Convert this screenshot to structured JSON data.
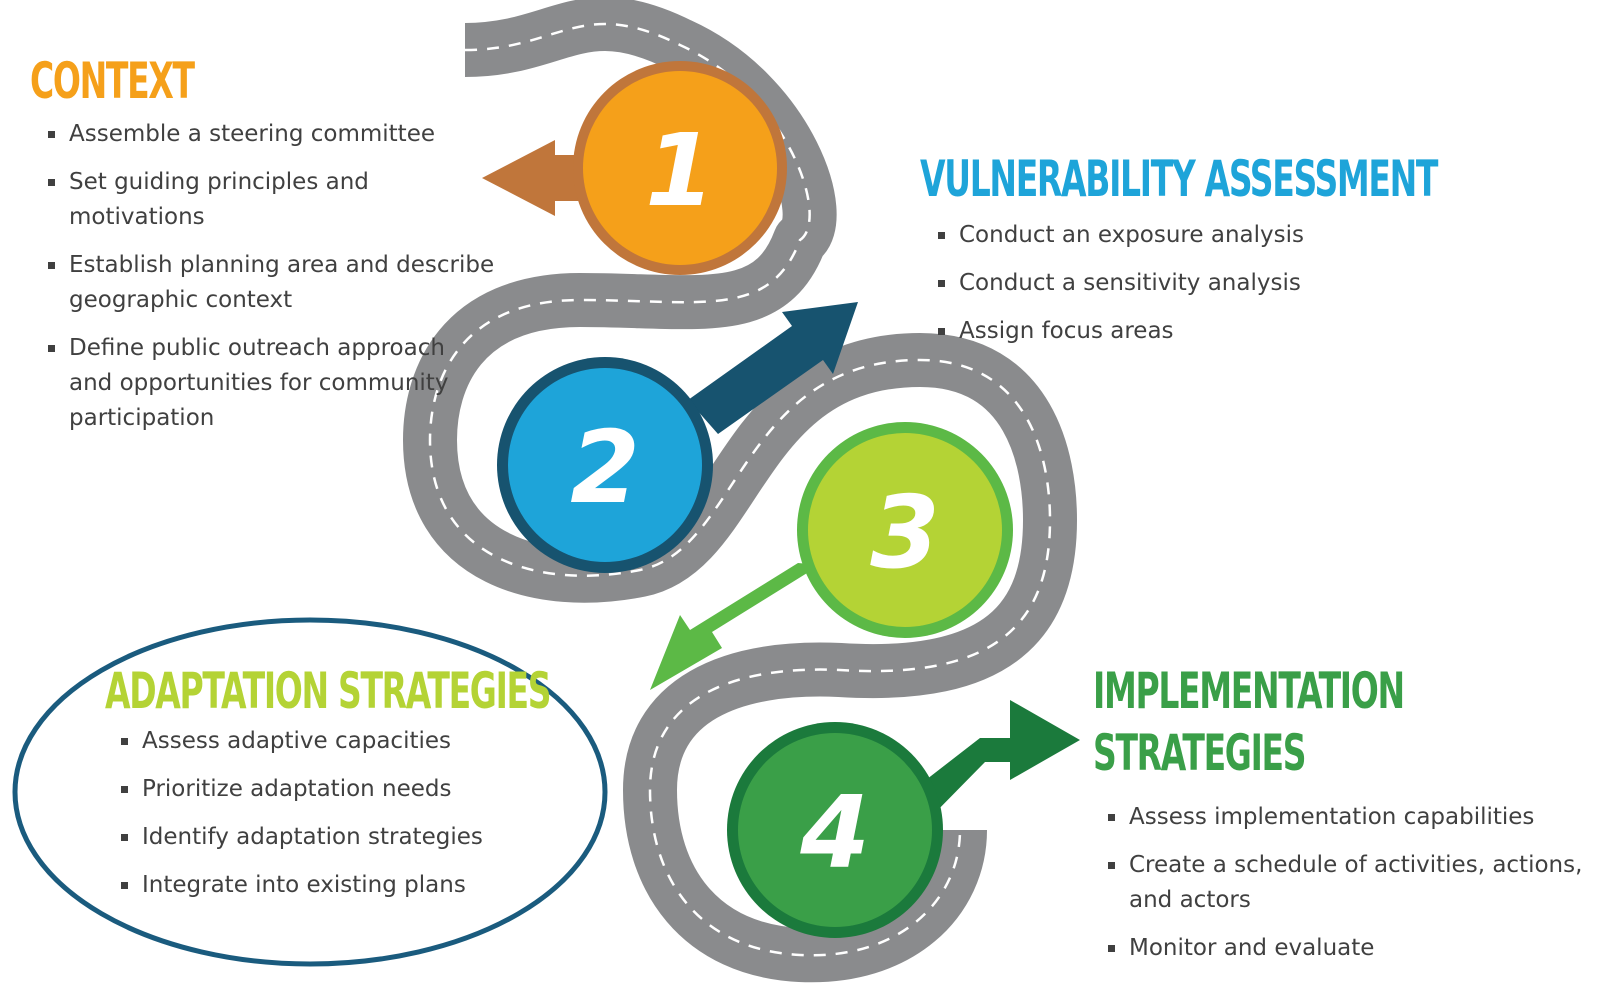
{
  "steps": [
    {
      "number": "1",
      "title": "CONTEXT",
      "color": "#f5a01a",
      "ring_color": "#c0763b",
      "bullets": [
        "Assemble a steering committee",
        "Set guiding principles and motivations",
        "Establish planning area and describe geographic context",
        "Define public outreach approach and opportunities for community participation"
      ]
    },
    {
      "number": "2",
      "title": "VULNERABILITY ASSESSMENT",
      "color": "#1ea4d9",
      "ring_color": "#17536f",
      "bullets": [
        "Conduct an exposure analysis",
        "Conduct a sensitivity analysis",
        "Assign focus areas"
      ]
    },
    {
      "number": "3",
      "title": "ADAPTATION STRATEGIES",
      "color": "#b4d335",
      "ring_color": "#5cb946",
      "highlighted": true,
      "bullets": [
        "Assess adaptive capacities",
        "Prioritize adaptation needs",
        "Identify adaptation strategies",
        "Integrate into existing plans"
      ]
    },
    {
      "number": "4",
      "title_lines": [
        "IMPLEMENTATION",
        "STRATEGIES"
      ],
      "color": "#3a9f48",
      "ring_color": "#1b7a3c",
      "bullets": [
        "Assess implementation capabilities",
        "Create a schedule of activities, actions, and actors",
        "Monitor and evaluate"
      ]
    }
  ],
  "colors": {
    "road": "#8a8b8d",
    "road_dash": "#ffffff",
    "highlight_ellipse": "#1a5b7e",
    "bullet_text": "#404040"
  }
}
